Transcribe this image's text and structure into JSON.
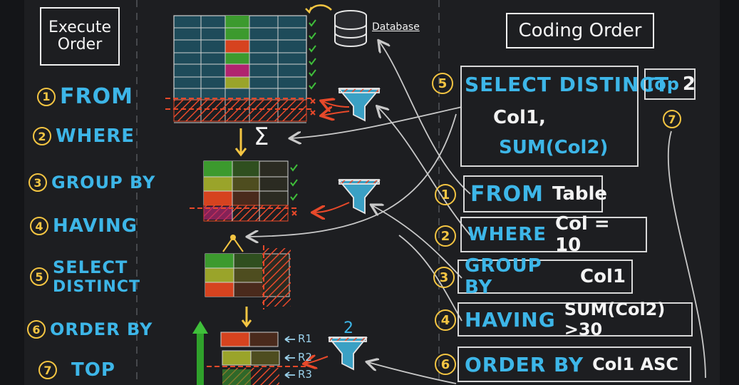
{
  "execute": {
    "title_line1": "Execute",
    "title_line2": "Order",
    "steps": [
      {
        "num": "1",
        "label": "FROM"
      },
      {
        "num": "2",
        "label": "WHERE"
      },
      {
        "num": "3",
        "label": "GROUP BY"
      },
      {
        "num": "4",
        "label": "HAVING"
      },
      {
        "num": "5",
        "label": "SELECT",
        "label2": "DISTINCT"
      },
      {
        "num": "6",
        "label": "ORDER BY"
      },
      {
        "num": "7",
        "label": "TOP"
      }
    ]
  },
  "diagram": {
    "database_label": "Database",
    "sigma": "Σ",
    "rows": [
      "R1",
      "R2",
      "R3"
    ],
    "top_n": "2",
    "check": "✓",
    "cross": "×",
    "colors": {
      "teal": "#1e4b5a",
      "green": "#3c9a2e",
      "red": "#d6431f",
      "olive": "#9aa42a",
      "magenta": "#b0246f",
      "orange_line": "#e8492a",
      "arrow_white": "#c9c9c9",
      "arrow_yellow": "#f4c542",
      "arrow_green": "#3fbf3a",
      "funnel": "#3aa0c4"
    }
  },
  "coding": {
    "title": "Coding Order",
    "select": {
      "num": "5",
      "kw": "SELECT DISTINCT",
      "col1": "Col1,",
      "agg": "SUM(Col2)"
    },
    "top": {
      "kw": "Top",
      "value": "2",
      "num": "7"
    },
    "lines": [
      {
        "num": "1",
        "kw": "FROM",
        "arg": "Table"
      },
      {
        "num": "2",
        "kw": "WHERE",
        "arg": "Col = 10"
      },
      {
        "num": "3",
        "kw": "GROUP BY",
        "arg": "Col1"
      },
      {
        "num": "4",
        "kw": "HAVING",
        "arg": "SUM(Col2) >30"
      },
      {
        "num": "6",
        "kw": "ORDER BY",
        "arg": "Col1 ASC"
      }
    ]
  }
}
